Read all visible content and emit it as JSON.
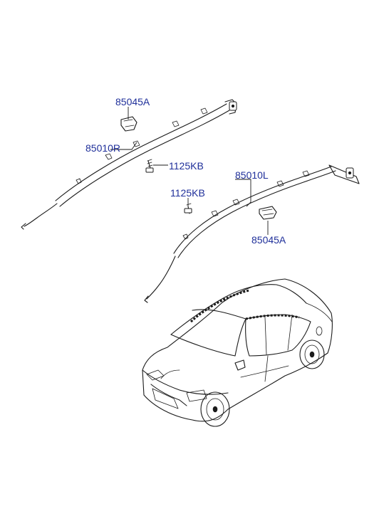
{
  "diagram": {
    "labels": {
      "bracket_upper": "85045A",
      "airbag_right": "85010R",
      "bolt_upper": "1125KB",
      "airbag_left": "85010L",
      "bolt_lower": "1125KB",
      "bracket_lower": "85045A"
    },
    "label_color": "#1f2f9a",
    "line_color": "#1a1a1a"
  }
}
